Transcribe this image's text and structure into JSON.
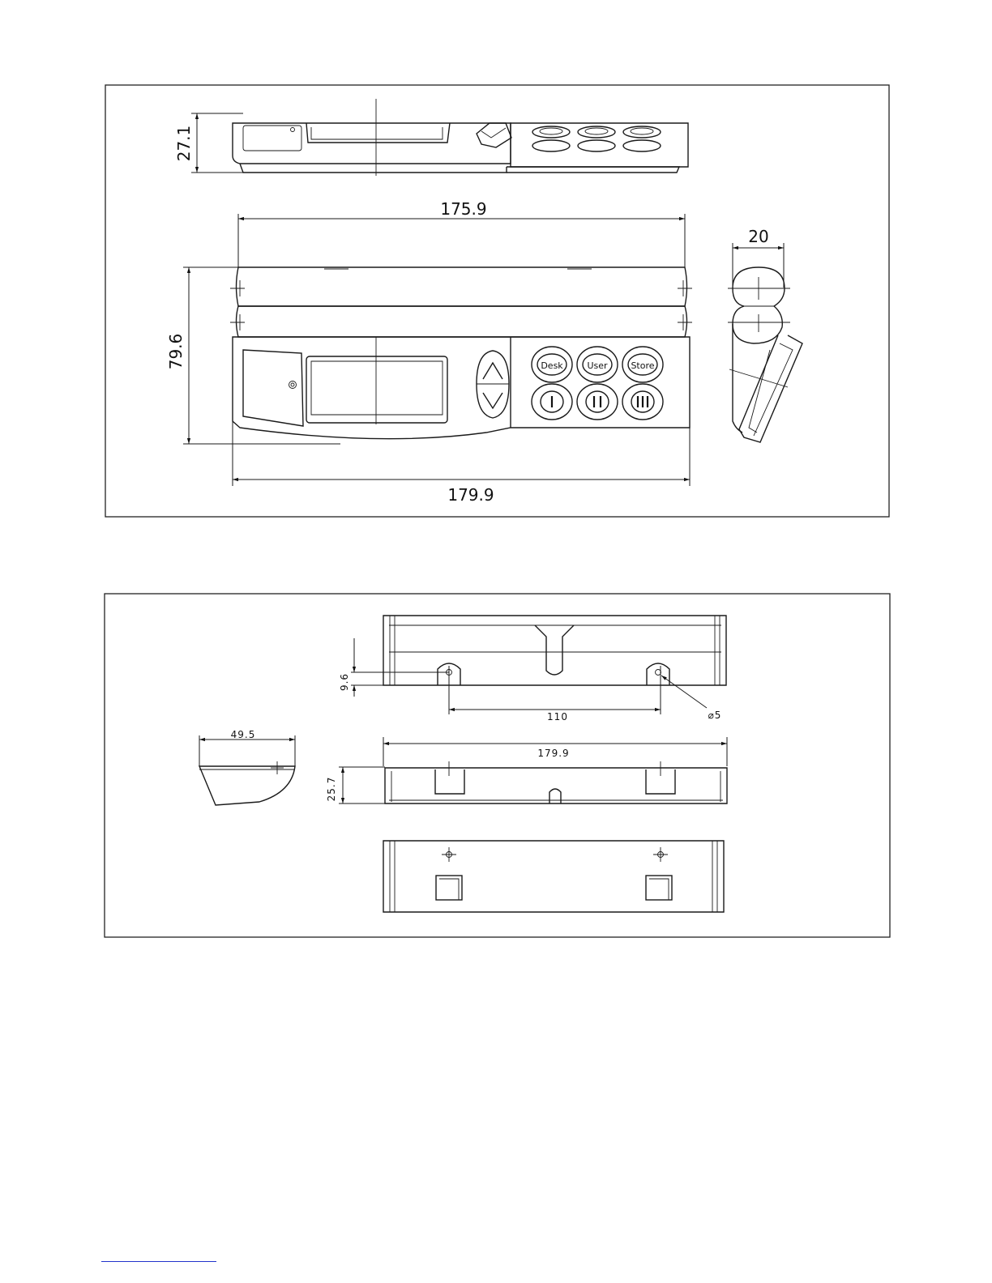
{
  "panel1": {
    "dim_height_side": "27.1",
    "dim_width_top": "175.9",
    "dim_height_front": "79.6",
    "dim_width_bottom": "179.9",
    "dim_depth_side": "20",
    "buttons": {
      "desk": "Desk",
      "user": "User",
      "store": "Store"
    }
  },
  "panel2": {
    "dim_hole_offset": "9.6",
    "dim_hole_spacing": "110",
    "dim_hole_diameter": "⌀5",
    "dim_width": "179.9",
    "dim_height": "25.7",
    "dim_depth": "49.5"
  }
}
